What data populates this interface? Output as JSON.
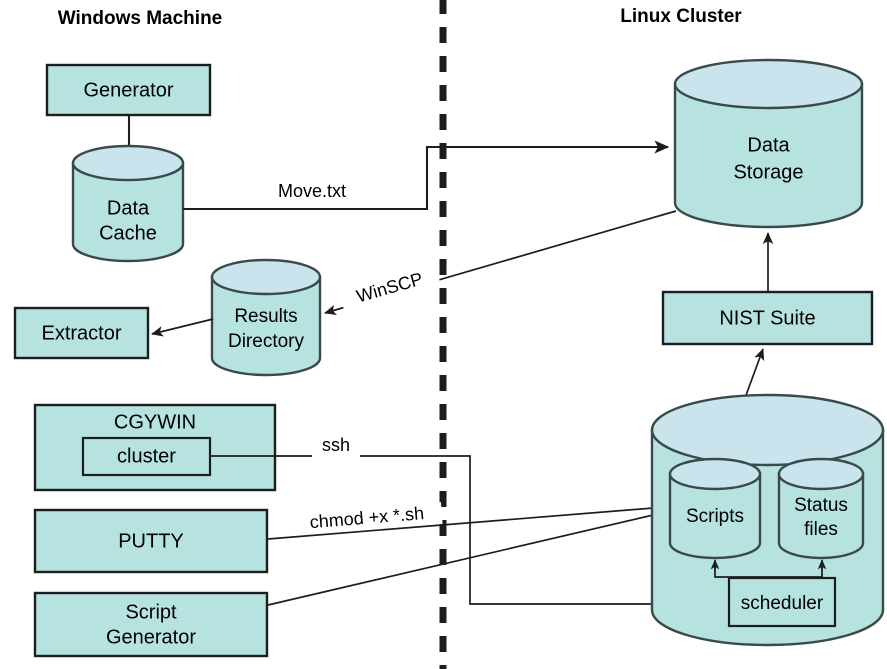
{
  "diagram": {
    "title_left": "Windows Machine",
    "title_right": "Linux Cluster",
    "divider": "dashed-vertical-divider",
    "accent_fill": "#b6e2e0",
    "accent_fill_light": "#c9e4ed",
    "stroke_color": "#1d1d1d"
  },
  "windows": {
    "generator": "Generator",
    "data_cache_line1": "Data",
    "data_cache_line2": "Cache",
    "results_dir_line1": "Results",
    "results_dir_line2": "Directory",
    "extractor": "Extractor",
    "cgywin": "CGYWIN",
    "cluster": "cluster",
    "putty": "PUTTY",
    "script_gen_line1": "Script",
    "script_gen_line2": "Generator"
  },
  "linux": {
    "data_storage_line1": "Data",
    "data_storage_line2": "Storage",
    "nist_suite": "NIST Suite",
    "scripts": "Scripts",
    "status_files_line1": "Status",
    "status_files_line2": "files",
    "scheduler": "scheduler"
  },
  "edges": {
    "move_txt": "Move.txt",
    "winscp": "WinSCP",
    "ssh": "ssh",
    "chmod": "chmod +x *.sh"
  }
}
